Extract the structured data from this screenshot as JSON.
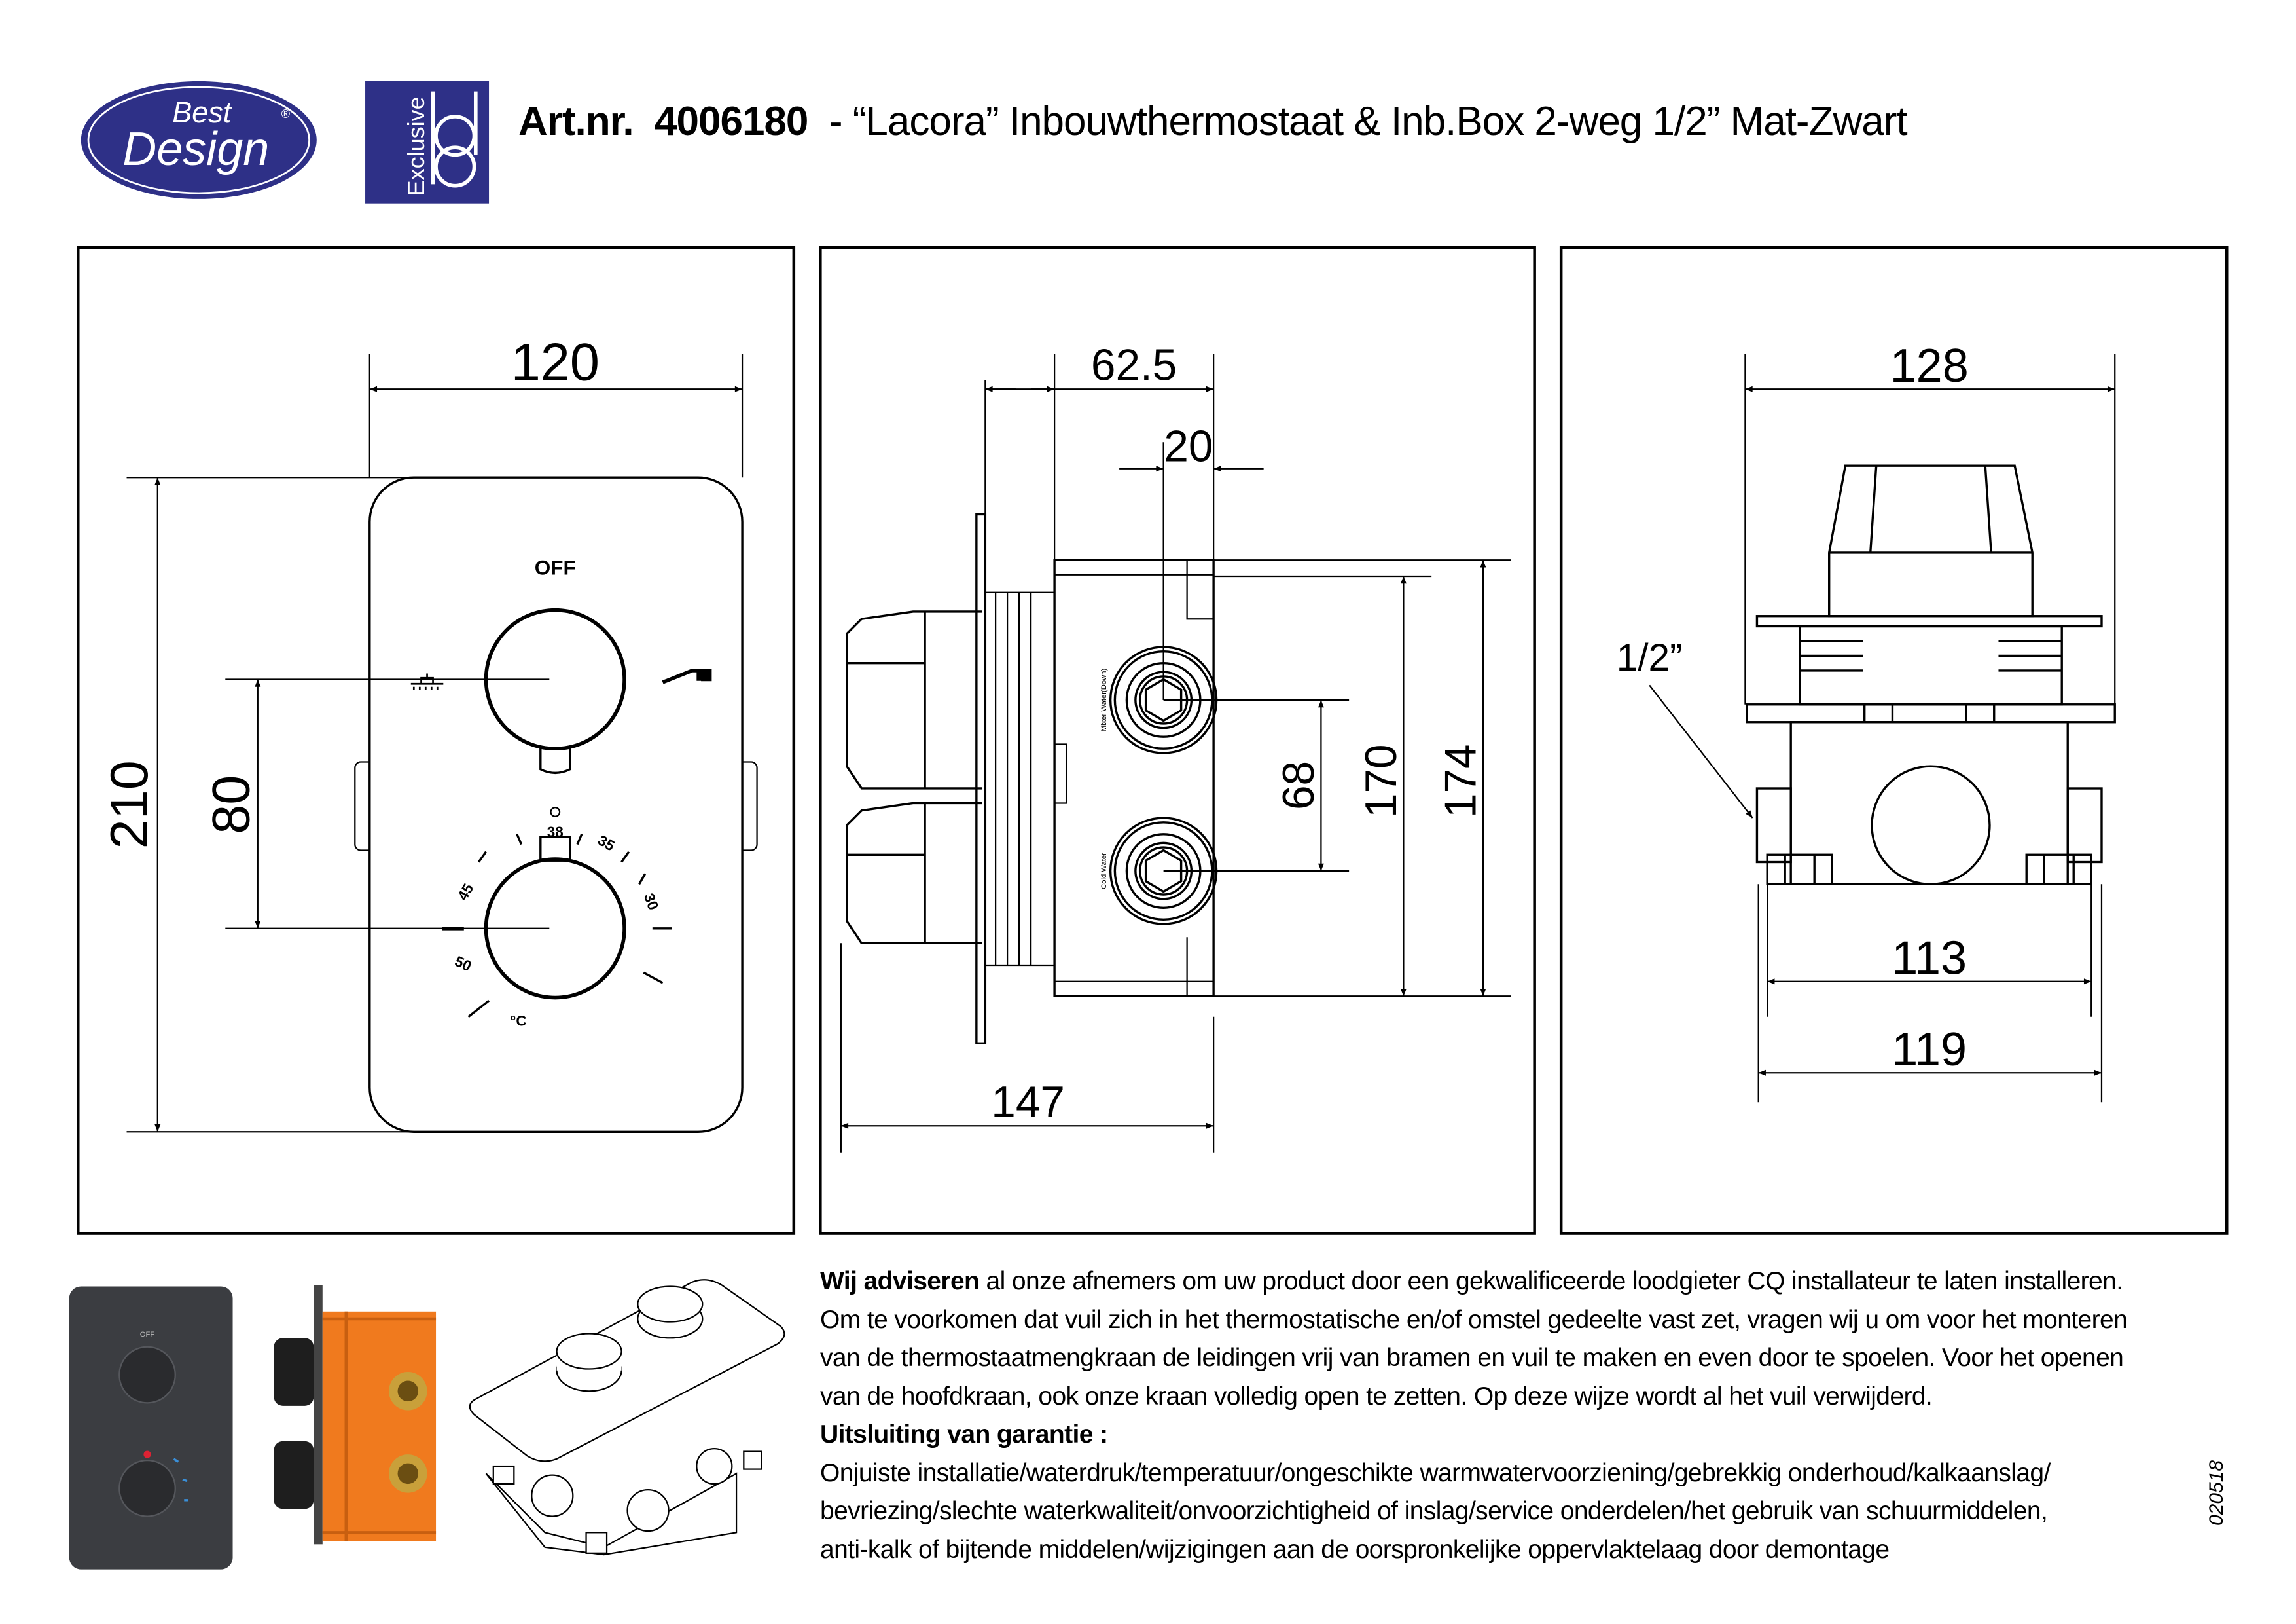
{
  "brand": {
    "logo_text_1": "Best",
    "logo_text_2": "Design",
    "exclusive_logo": "Exclusive bd",
    "brand_color": "#2e3087"
  },
  "header": {
    "art_label": "Art.nr.",
    "art_number": "4006180",
    "description": " - “Lacora” Inbouwthermostaat & Inb.Box 2-weg 1/2” Mat-Zwart"
  },
  "front_view": {
    "width": "120",
    "height": "210",
    "knob_spacing": "80",
    "off_label": "OFF",
    "scale": {
      "t38": "38",
      "t35": "35",
      "t30": "30",
      "t45": "45",
      "t50": "50",
      "unit": "°C"
    },
    "icons": [
      "shower-icon",
      "spout-icon"
    ]
  },
  "side_view": {
    "depth_plate": "62.5",
    "fitting_offset": "20",
    "fitting_spacing": "68",
    "height_inner": "170",
    "height_outer": "174",
    "total_depth": "147",
    "label_mixer": "Mixer Water(Down)",
    "label_cold": "Cold Water"
  },
  "top_view": {
    "width_top": "128",
    "width_mid": "113",
    "width_bottom": "119",
    "thread": "1/2”"
  },
  "notes": {
    "advice_bold": "Wij adviseren",
    "advice_line1": " al onze afnemers om uw product door een gekwalificeerde loodgieter CQ installateur te laten installeren.",
    "advice_line2": "Om te voorkomen dat vuil zich in het thermostatische en/of omstel gedeelte vast zet, vragen wij u om voor het monteren",
    "advice_line3": "van  de thermostaatmengkraan de leidingen vrij van bramen en vuil te maken en even door te spoelen. Voor het openen",
    "advice_line4": "van de hoofdkraan, ook onze kraan volledig open te zetten. Op deze wijze wordt al het vuil verwijderd.",
    "warranty_heading": "Uitsluiting van garantie :",
    "warranty_line1": "Onjuiste installatie/waterdruk/temperatuur/ongeschikte warmwatervoorziening/gebrekkig onderhoud/kalkaanslag/",
    "warranty_line2": "bevriezing/slechte waterkwaliteit/onvoorzichtigheid of inslag/service onderdelen/het gebruik van schuurmiddelen,",
    "warranty_line3": "anti-kalk of bijtende middelen/wijzigingen aan de oorspronkelijke oppervlaktelaag  door demontage"
  },
  "doc_code": "020518",
  "photo_labels": {
    "off": "OFF"
  },
  "colors": {
    "product_black": "#3b3d41",
    "box_orange": "#f07a1e",
    "brass": "#c9a03a"
  }
}
